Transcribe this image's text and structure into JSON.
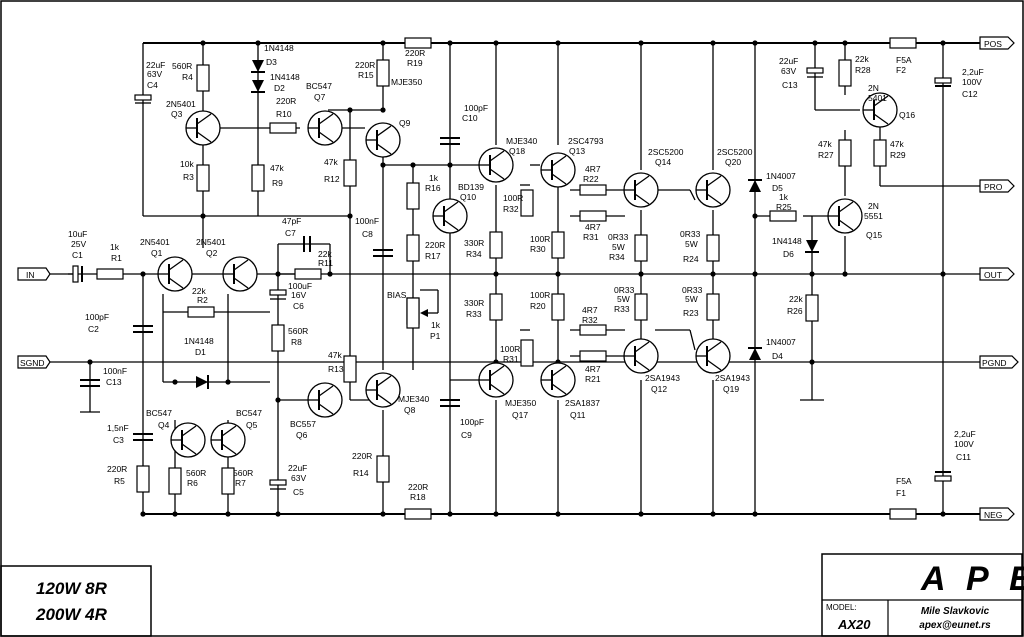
{
  "ports": {
    "pos": "POS",
    "pro": "PRO",
    "out": "OUT",
    "pgnd": "PGND",
    "neg": "NEG",
    "in": "IN",
    "sgnd": "SGND"
  },
  "labels": [
    [
      "22uF",
      146,
      68
    ],
    [
      "63V",
      147,
      77
    ],
    [
      "C4",
      147,
      88
    ],
    [
      "560R",
      172,
      69
    ],
    [
      "R4",
      182,
      80
    ],
    [
      "2N5401",
      166,
      107
    ],
    [
      "Q3",
      171,
      117
    ],
    [
      "10k",
      180,
      167
    ],
    [
      "R3",
      183,
      180
    ],
    [
      "1N4148",
      264,
      51
    ],
    [
      "D3",
      266,
      65
    ],
    [
      "1N4148",
      270,
      80
    ],
    [
      "D2",
      274,
      91
    ],
    [
      "BC547",
      306,
      89
    ],
    [
      "Q7",
      314,
      100
    ],
    [
      "220R",
      276,
      104
    ],
    [
      "R10",
      276,
      117
    ],
    [
      "47k",
      270,
      171
    ],
    [
      "R9",
      272,
      186
    ],
    [
      "220R",
      355,
      68
    ],
    [
      "R15",
      358,
      78
    ],
    [
      "220R",
      405,
      56
    ],
    [
      "R19",
      407,
      66
    ],
    [
      "MJE350",
      391,
      85
    ],
    [
      "Q9",
      399,
      126
    ],
    [
      "47k",
      324,
      165
    ],
    [
      "R12",
      324,
      182
    ],
    [
      "100nF",
      355,
      224
    ],
    [
      "C8",
      362,
      237
    ],
    [
      "100pF",
      464,
      111
    ],
    [
      "C10",
      462,
      121
    ],
    [
      "MJE340",
      506,
      144
    ],
    [
      "Q18",
      509,
      154
    ],
    [
      "2SC4793",
      568,
      144
    ],
    [
      "Q13",
      569,
      154
    ],
    [
      "2SC5200",
      648,
      155
    ],
    [
      "Q14",
      655,
      165
    ],
    [
      "2SC5200",
      717,
      155
    ],
    [
      "Q20",
      725,
      165
    ],
    [
      "1k",
      429,
      181
    ],
    [
      "R16",
      425,
      191
    ],
    [
      "BD139",
      458,
      190
    ],
    [
      "Q10",
      460,
      200
    ],
    [
      "4R7",
      585,
      172
    ],
    [
      "R22",
      583,
      182
    ],
    [
      "100R",
      503,
      201
    ],
    [
      "R32",
      503,
      212
    ],
    [
      "4R7",
      585,
      230
    ],
    [
      "R31",
      583,
      240
    ],
    [
      "100R",
      530,
      242
    ],
    [
      "R30",
      530,
      252
    ],
    [
      "0R33",
      608,
      240
    ],
    [
      "5W",
      612,
      250
    ],
    [
      "R34",
      609,
      260
    ],
    [
      "0R33",
      680,
      237
    ],
    [
      "5W",
      685,
      247
    ],
    [
      "R24",
      683,
      262
    ],
    [
      "330R",
      464,
      246
    ],
    [
      "R34",
      466,
      257
    ],
    [
      "220R",
      425,
      248
    ],
    [
      "R17",
      425,
      259
    ],
    [
      "10uF",
      68,
      237
    ],
    [
      "25V",
      71,
      247
    ],
    [
      "C1",
      72,
      258
    ],
    [
      "1k",
      110,
      250
    ],
    [
      "R1",
      111,
      261
    ],
    [
      "2N5401",
      140,
      245
    ],
    [
      "Q1",
      151,
      256
    ],
    [
      "2N5401",
      196,
      245
    ],
    [
      "Q2",
      206,
      256
    ],
    [
      "47pF",
      282,
      224
    ],
    [
      "C7",
      285,
      236
    ],
    [
      "22k",
      318,
      257
    ],
    [
      "R11",
      318,
      266
    ],
    [
      "100uF",
      288,
      289
    ],
    [
      "16V",
      291,
      298
    ],
    [
      "C6",
      293,
      309
    ],
    [
      "22k",
      192,
      294
    ],
    [
      "R2",
      197,
      303
    ],
    [
      "560R",
      288,
      334
    ],
    [
      "R8",
      291,
      345
    ],
    [
      "100pF",
      85,
      320
    ],
    [
      "C2",
      88,
      332
    ],
    [
      "1N4148",
      184,
      344
    ],
    [
      "D1",
      195,
      355
    ],
    [
      "BIAS",
      387,
      298
    ],
    [
      "1k",
      431,
      328
    ],
    [
      "P1",
      430,
      339
    ],
    [
      "330R",
      464,
      306
    ],
    [
      "R33",
      466,
      317
    ],
    [
      "100R",
      530,
      298
    ],
    [
      "R20",
      530,
      309
    ],
    [
      "0R33",
      614,
      293
    ],
    [
      "5W",
      617,
      302
    ],
    [
      "R33",
      614,
      312
    ],
    [
      "0R33",
      682,
      293
    ],
    [
      "5W",
      685,
      302
    ],
    [
      "R23",
      683,
      316
    ],
    [
      "4R7",
      582,
      313
    ],
    [
      "R32",
      582,
      323
    ],
    [
      "4R7",
      585,
      372
    ],
    [
      "R21",
      585,
      382
    ],
    [
      "100R",
      500,
      352
    ],
    [
      "R31",
      503,
      362
    ],
    [
      "47k",
      328,
      358
    ],
    [
      "R13",
      328,
      372
    ],
    [
      "100nF",
      103,
      374
    ],
    [
      "C13",
      106,
      385
    ],
    [
      "MJE340",
      398,
      402
    ],
    [
      "Q8",
      404,
      413
    ],
    [
      "MJE350",
      505,
      406
    ],
    [
      "Q17",
      512,
      418
    ],
    [
      "2SA1837",
      565,
      406
    ],
    [
      "Q11",
      570,
      418
    ],
    [
      "2SA1943",
      645,
      381
    ],
    [
      "Q12",
      651,
      392
    ],
    [
      "2SA1943",
      715,
      381
    ],
    [
      "Q19",
      723,
      392
    ],
    [
      "100pF",
      460,
      425
    ],
    [
      "C9",
      461,
      438
    ],
    [
      "BC547",
      146,
      416
    ],
    [
      "Q4",
      158,
      428
    ],
    [
      "BC547",
      236,
      416
    ],
    [
      "Q5",
      246,
      428
    ],
    [
      "BC557",
      290,
      427
    ],
    [
      "Q6",
      296,
      438
    ],
    [
      "1,5nF",
      107,
      431
    ],
    [
      "C3",
      113,
      443
    ],
    [
      "220R",
      107,
      472
    ],
    [
      "R5",
      114,
      484
    ],
    [
      "560R",
      186,
      476
    ],
    [
      "R6",
      187,
      486
    ],
    [
      "560R",
      233,
      476
    ],
    [
      "R7",
      235,
      486
    ],
    [
      "22uF",
      288,
      471
    ],
    [
      "63V",
      291,
      481
    ],
    [
      "C5",
      293,
      495
    ],
    [
      "220R",
      352,
      459
    ],
    [
      "R14",
      353,
      476
    ],
    [
      "220R",
      408,
      490
    ],
    [
      "R18",
      410,
      500
    ],
    [
      "22uF",
      779,
      64
    ],
    [
      "63V",
      781,
      74
    ],
    [
      "C13",
      782,
      88
    ],
    [
      "22k",
      855,
      62
    ],
    [
      "R28",
      855,
      73
    ],
    [
      "F5A",
      896,
      63
    ],
    [
      "F2",
      896,
      73
    ],
    [
      "2,2uF",
      962,
      75
    ],
    [
      "100V",
      962,
      85
    ],
    [
      "C12",
      962,
      97
    ],
    [
      "2N",
      868,
      91
    ],
    [
      "5401",
      868,
      101
    ],
    [
      "Q16",
      899,
      118
    ],
    [
      "47k",
      818,
      147
    ],
    [
      "R27",
      818,
      158
    ],
    [
      "47k",
      890,
      147
    ],
    [
      "R29",
      890,
      158
    ],
    [
      "1N4007",
      766,
      179
    ],
    [
      "D5",
      772,
      191
    ],
    [
      "1k",
      779,
      200
    ],
    [
      "R25",
      776,
      210
    ],
    [
      "2N",
      868,
      209
    ],
    [
      "5551",
      864,
      219
    ],
    [
      "Q15",
      866,
      238
    ],
    [
      "1N4148",
      772,
      244
    ],
    [
      "D6",
      783,
      257
    ],
    [
      "22k",
      789,
      302
    ],
    [
      "R26",
      787,
      314
    ],
    [
      "1N4007",
      766,
      345
    ],
    [
      "D4",
      772,
      359
    ],
    [
      "2,2uF",
      954,
      437
    ],
    [
      "100V",
      954,
      447
    ],
    [
      "C11",
      956,
      460
    ],
    [
      "F5A",
      896,
      484
    ],
    [
      "F1",
      896,
      496
    ]
  ],
  "power_rating": {
    "line1": "120W 8R",
    "line2": "200W 4R"
  },
  "title_block": {
    "logo": "APEX",
    "model_label": "MODEL:",
    "model": "AX20",
    "author": "Mile Slavkovic",
    "email": "apex@eunet.rs"
  }
}
